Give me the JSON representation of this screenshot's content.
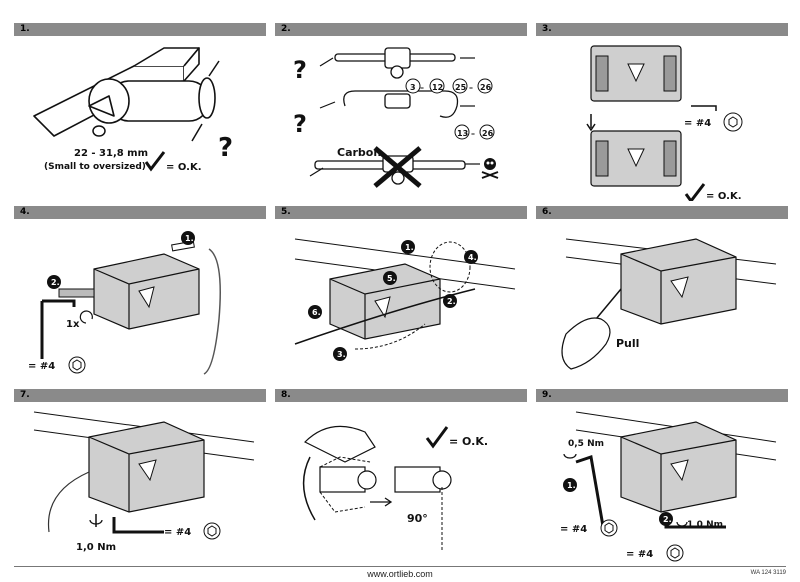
{
  "steps": [
    {
      "num": "1.",
      "size_text": "22 - 31,8 mm",
      "size_note": "(Small to oversized)",
      "ok": "= O.K.",
      "question": "?"
    },
    {
      "num": "2.",
      "question": "?",
      "pos_a": "3",
      "pos_b": "12",
      "pos_c": "25",
      "pos_d": "26",
      "pos_e": "13",
      "pos_f": "26",
      "dash": "–",
      "carbon": "Carbon"
    },
    {
      "num": "3.",
      "wrench": "= #4",
      "ok": "= O.K."
    },
    {
      "num": "4.",
      "wrench": "= #4",
      "count": "1x",
      "call_1": "1.",
      "call_2": "2."
    },
    {
      "num": "5.",
      "call_1": "1.",
      "call_2": "2.",
      "call_3": "3.",
      "call_4": "4.",
      "call_5": "5.",
      "call_6": "6."
    },
    {
      "num": "6.",
      "pull": "Pull"
    },
    {
      "num": "7.",
      "torque": "1,0 Nm",
      "wrench": "= #4"
    },
    {
      "num": "8.",
      "ok": "= O.K.",
      "angle": "90°"
    },
    {
      "num": "9.",
      "torque_1": "0,5 Nm",
      "torque_2": "1,0 Nm",
      "wrench_1": "= #4",
      "wrench_2": "= #4",
      "call_1": "1.",
      "call_2": "2."
    }
  ],
  "footer": {
    "url": "www.ortlieb.com",
    "doc": "WA 124 3119"
  }
}
